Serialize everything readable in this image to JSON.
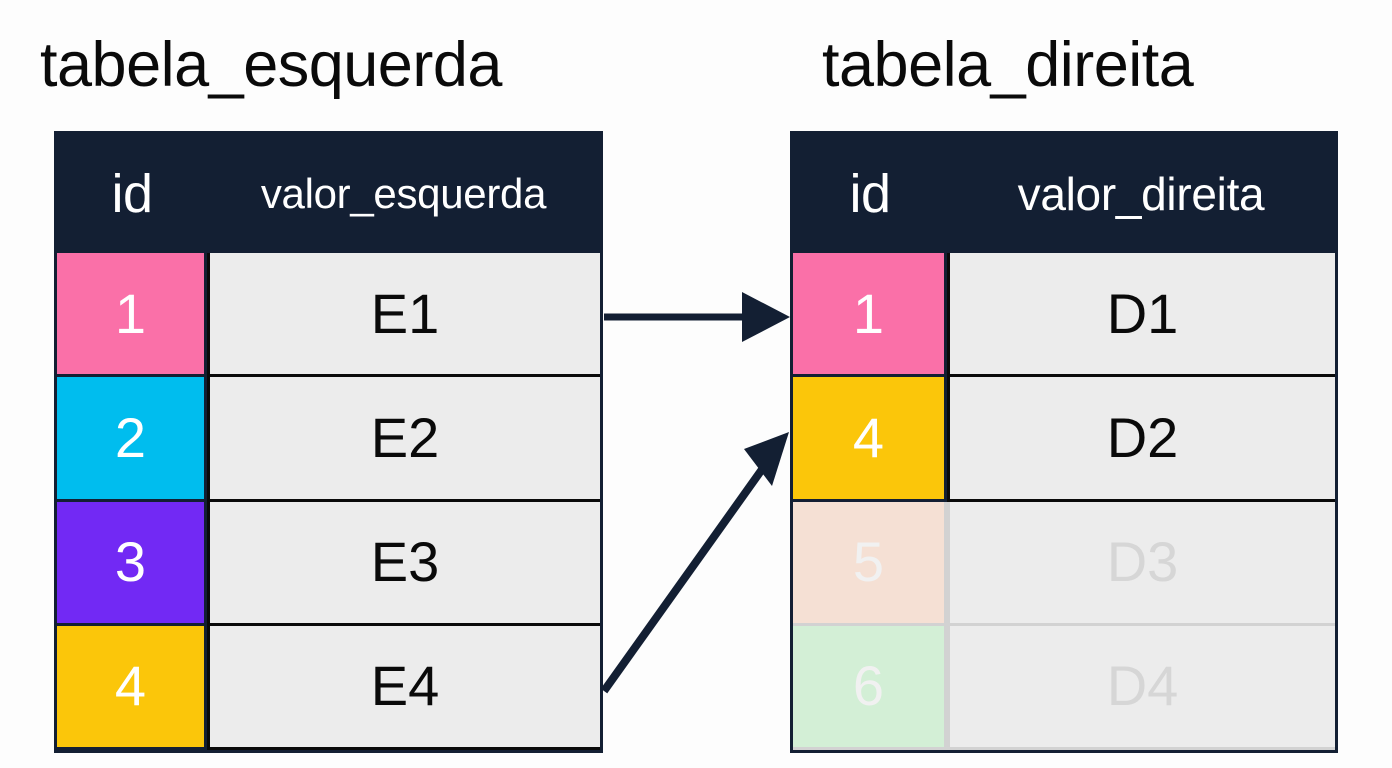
{
  "colors": {
    "header_bg": "#131f33",
    "value_cell_bg": "#ececec",
    "border_dark": "#0a0a0a",
    "border_faded": "#d2d2d2",
    "arrow": "#131f33",
    "pink": "#fa70a8",
    "cyan": "#00bdee",
    "purple": "#7229f4",
    "gold": "#fbc60a",
    "faded_peach": "#f5e0d4",
    "faded_green": "#d3efd6",
    "text_light": "#ffffff",
    "text_dark": "#0a0a0a",
    "text_faded": "#d6d6d6"
  },
  "left_table": {
    "title": "tabela_esquerda",
    "columns": [
      "id",
      "valor_esquerda"
    ],
    "rows": [
      {
        "id": "1",
        "value": "E1",
        "id_color": "#fa70a8",
        "faded": false
      },
      {
        "id": "2",
        "value": "E2",
        "id_color": "#00bdee",
        "faded": false
      },
      {
        "id": "3",
        "value": "E3",
        "id_color": "#7229f4",
        "faded": false
      },
      {
        "id": "4",
        "value": "E4",
        "id_color": "#fbc60a",
        "faded": false
      }
    ]
  },
  "right_table": {
    "title": "tabela_direita",
    "columns": [
      "id",
      "valor_direita"
    ],
    "rows": [
      {
        "id": "1",
        "value": "D1",
        "id_color": "#fa70a8",
        "faded": false
      },
      {
        "id": "4",
        "value": "D2",
        "id_color": "#fbc60a",
        "faded": false
      },
      {
        "id": "5",
        "value": "D3",
        "id_color": "#f5e0d4",
        "faded": true
      },
      {
        "id": "6",
        "value": "D4",
        "id_color": "#d3efd6",
        "faded": true
      }
    ]
  },
  "arrows": [
    {
      "name": "match-1-to-1",
      "from_row": "E1",
      "to_row": "D1",
      "style": "straight"
    },
    {
      "name": "match-4-to-4",
      "from_row": "E4",
      "to_row": "D2",
      "style": "diagonal"
    }
  ]
}
